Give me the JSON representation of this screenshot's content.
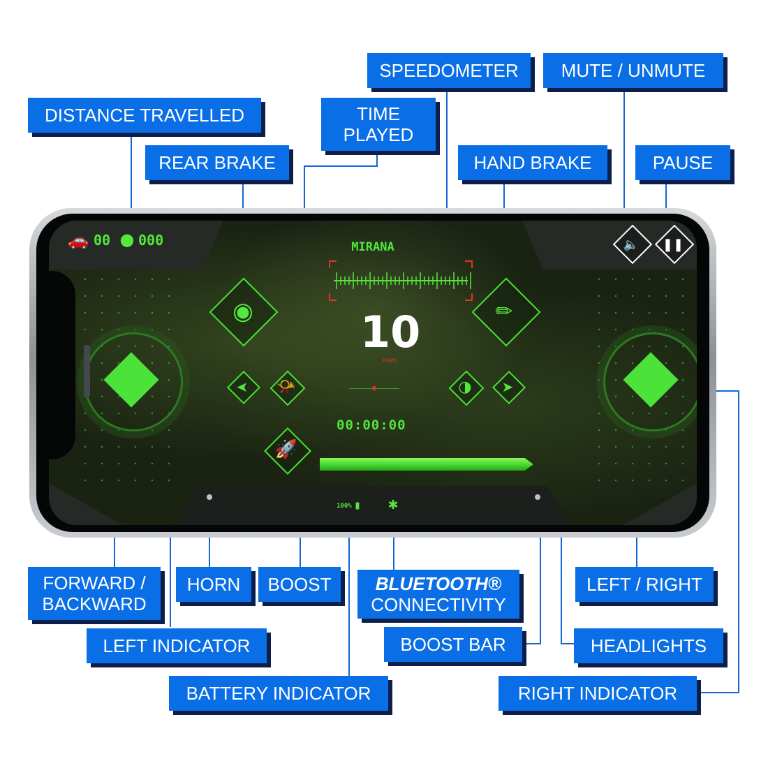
{
  "callouts": {
    "speedometer": "SPEEDOMETER",
    "mute_unmute": "MUTE / UNMUTE",
    "distance_travelled": "DISTANCE TRAVELLED",
    "time_played_1": "TIME",
    "time_played_2": "PLAYED",
    "rear_brake": "REAR BRAKE",
    "hand_brake": "HAND BRAKE",
    "pause": "PAUSE",
    "forward_backward_1": "FORWARD /",
    "forward_backward_2": "BACKWARD",
    "horn": "HORN",
    "boost": "BOOST",
    "bluetooth_1": "BLUETOOTH®",
    "bluetooth_2": "CONNECTIVITY",
    "left_right": "LEFT / RIGHT",
    "left_indicator": "LEFT INDICATOR",
    "boost_bar": "BOOST BAR",
    "headlights": "HEADLIGHTS",
    "battery_indicator": "BATTERY INDICATOR",
    "right_indicator": "RIGHT INDICATOR"
  },
  "screen": {
    "laps": "00",
    "distance": "000",
    "player_name": "MIRANA",
    "speed": "10",
    "speed_unit": "KM/H",
    "timer": "00:00:00",
    "battery": "100%",
    "boost_level": 1.0
  },
  "icons": {
    "car": "car-signal-icon",
    "location": "location-pin-icon",
    "sound": "speaker-icon",
    "pause": "pause-icon",
    "rear_brake": "brake-disc-icon",
    "hand_brake": "hand-brake-lever-icon",
    "horn": "horn-icon",
    "headlight": "headlight-icon",
    "left": "left-arrow-icon",
    "right": "right-arrow-icon",
    "boost": "rocket-icon",
    "bluetooth": "bluetooth-icon"
  },
  "colors": {
    "callout_bg": "#0a6fe6",
    "callout_shadow": "#0c1f4a",
    "hud_green": "#52e83a",
    "leader_line": "#1565d8",
    "speed_accent": "#e0342a"
  }
}
